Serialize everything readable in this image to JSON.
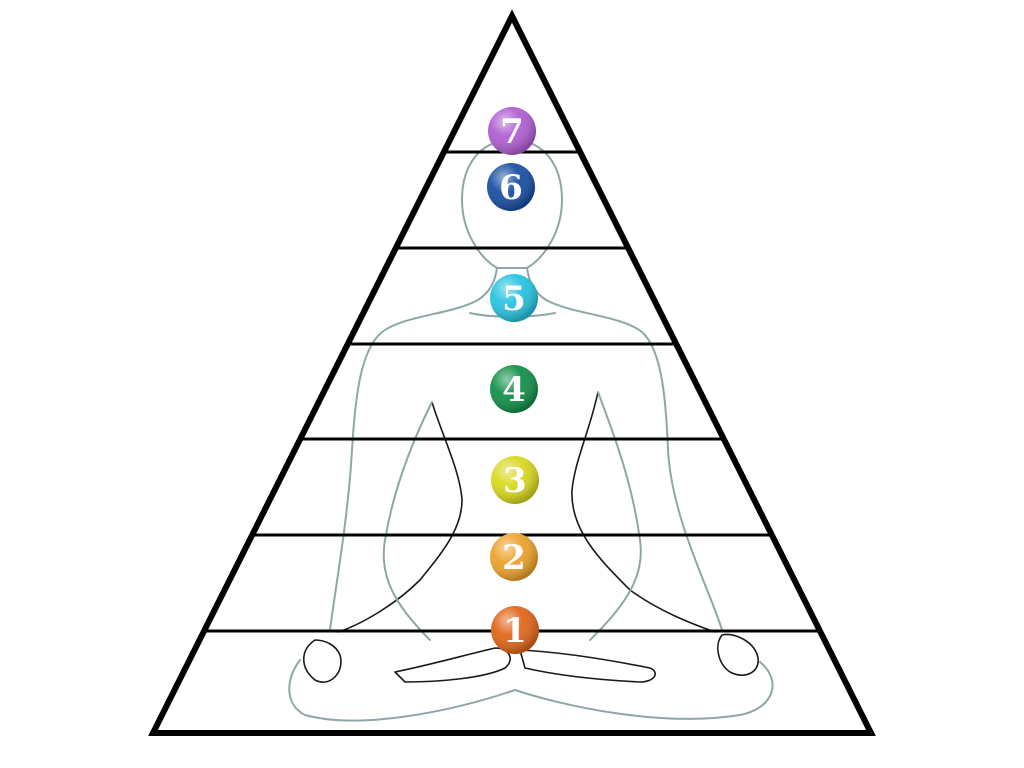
{
  "diagram": {
    "colors": {
      "outline": "#000000",
      "figure": "#8fa6a8",
      "label": "#ffffff"
    },
    "chakras": [
      {
        "label": "1",
        "color": "#e0661a"
      },
      {
        "label": "2",
        "color": "#eda22c"
      },
      {
        "label": "3",
        "color": "#d8d820"
      },
      {
        "label": "4",
        "color": "#13904a"
      },
      {
        "label": "5",
        "color": "#27c3e0"
      },
      {
        "label": "6",
        "color": "#1a4fa3"
      },
      {
        "label": "7",
        "color": "#b05ed2"
      }
    ]
  }
}
